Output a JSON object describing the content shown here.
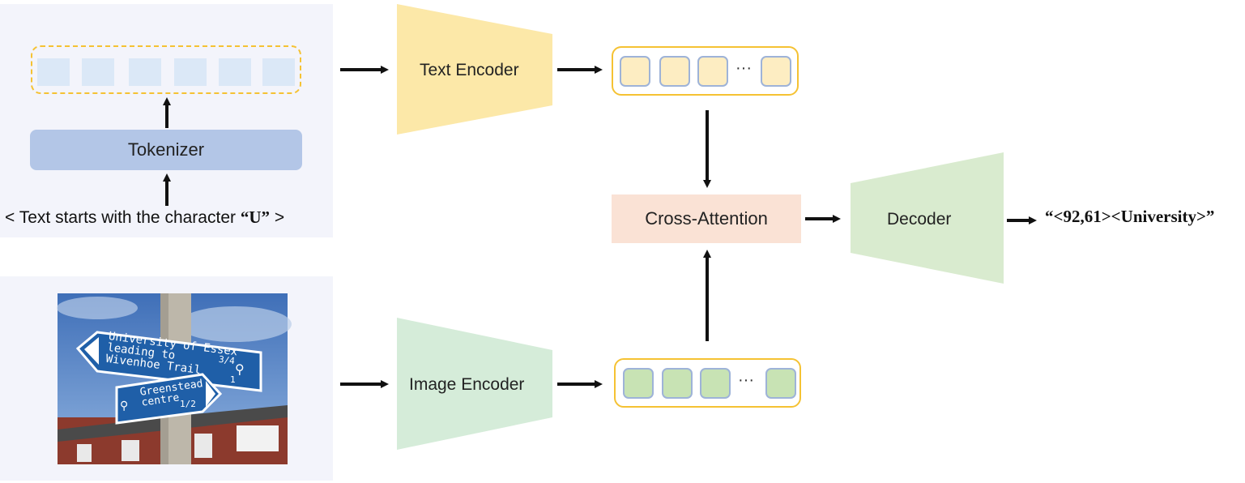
{
  "prompt": {
    "prefix": "< Text starts with the character ",
    "char": "“U”",
    "suffix": " >"
  },
  "tokenizer_label": "Tokenizer",
  "text_encoder_label": "Text Encoder",
  "image_encoder_label": "Image Encoder",
  "cross_attention_label": "Cross-Attention",
  "decoder_label": "Decoder",
  "ellipsis": "···",
  "output_text": "“<92,61><University>”",
  "photo": {
    "sign1_line1": "University of Essex",
    "sign1_line2": "leading to",
    "sign1_line3": "Wivenhoe Trail",
    "sign1_dist": "3/4",
    "sign1_num": "1",
    "sign2_line1": "Greenstead",
    "sign2_line2": "centre",
    "sign2_dist": "1/2"
  },
  "colors": {
    "panel_bg": "#f3f4fb",
    "token_fill": "#dbe8f7",
    "tokenizer_fill": "#b3c6e7",
    "text_encoder_fill": "#fce8a8",
    "image_encoder_fill": "#d5ecd9",
    "decoder_fill": "#d9ebcf",
    "cross_attention_fill": "#fae2d5",
    "embedding_border": "#f5c233"
  }
}
